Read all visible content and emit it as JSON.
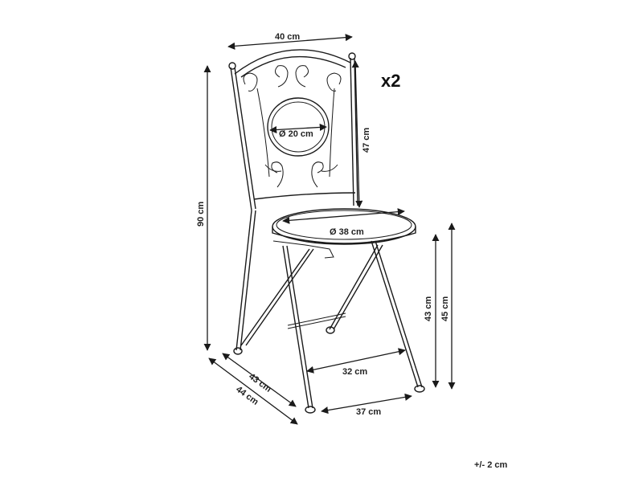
{
  "quantity": "x2",
  "tolerance": "+/- 2 cm",
  "dimensions": {
    "back_width": "40 cm",
    "back_circle_diameter": "Ø 20 cm",
    "back_height": "47 cm",
    "total_height": "90 cm",
    "seat_diameter": "Ø 38 cm",
    "seat_height_inner": "43 cm",
    "seat_height_outer": "45 cm",
    "front_leg_spread": "32 cm",
    "depth_inner": "43 cm",
    "depth_outer": "44 cm",
    "base_width": "37 cm"
  }
}
